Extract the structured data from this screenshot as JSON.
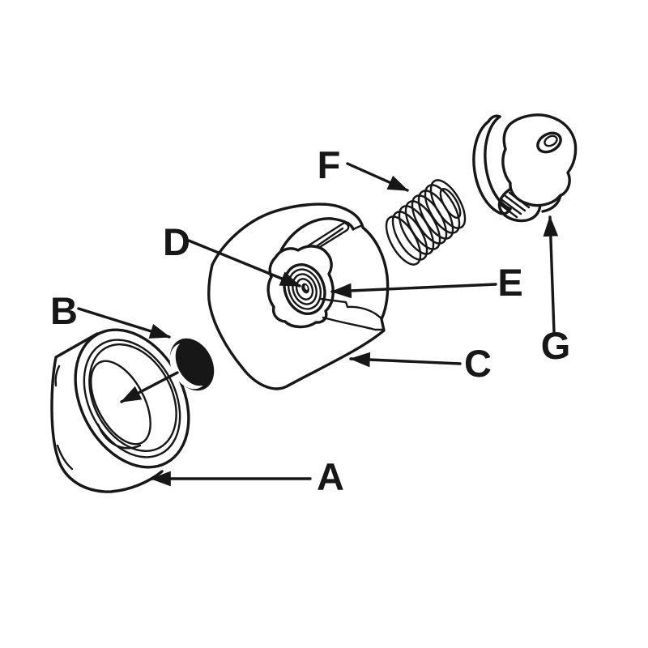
{
  "figure": {
    "type": "exploded-parts-line-drawing",
    "background": "#ffffff",
    "ink": "#171717"
  },
  "labels": [
    {
      "id": "a",
      "text": "A"
    },
    {
      "id": "b",
      "text": "B"
    },
    {
      "id": "c",
      "text": "C"
    },
    {
      "id": "d",
      "text": "D"
    },
    {
      "id": "e",
      "text": "E"
    },
    {
      "id": "f",
      "text": "F"
    },
    {
      "id": "g",
      "text": "G"
    }
  ]
}
